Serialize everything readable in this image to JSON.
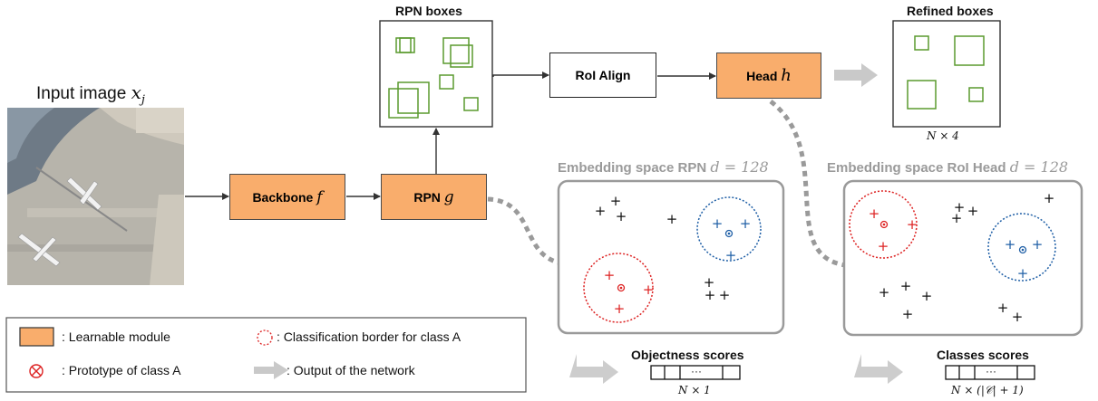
{
  "input": {
    "label": "Input image",
    "var": "x",
    "sub": "j"
  },
  "modules": {
    "backbone": {
      "label": "Backbone",
      "var": "f"
    },
    "rpn": {
      "label": "RPN",
      "var": "g"
    },
    "roi_align": {
      "label": "RoI Align"
    },
    "head": {
      "label": "Head",
      "var": "h"
    }
  },
  "rpn_boxes": {
    "title": "RPN boxes"
  },
  "refined_boxes": {
    "title": "Refined boxes",
    "dims": "N × 4"
  },
  "embedding_rpn": {
    "title": "Embedding space RPN",
    "dim": "d = 128"
  },
  "embedding_roi": {
    "title": "Embedding space RoI Head",
    "dim": "d = 128"
  },
  "objectness": {
    "title": "Objectness scores",
    "cell": "···",
    "dims": "N × 1"
  },
  "classes": {
    "title": "Classes scores",
    "cell": "···",
    "dims": "N × (|𝒞| + 1)"
  },
  "legend": {
    "learnable": ": Learnable module",
    "prototype": ": Prototype of class A",
    "border": ": Classification border for class A",
    "output": ": Output of the network"
  },
  "colors": {
    "orange": "#f9ad6c",
    "green": "#5a9a2e",
    "red": "#dd2222",
    "blue": "#1f5fa6",
    "gray": "#9a9a9a"
  }
}
